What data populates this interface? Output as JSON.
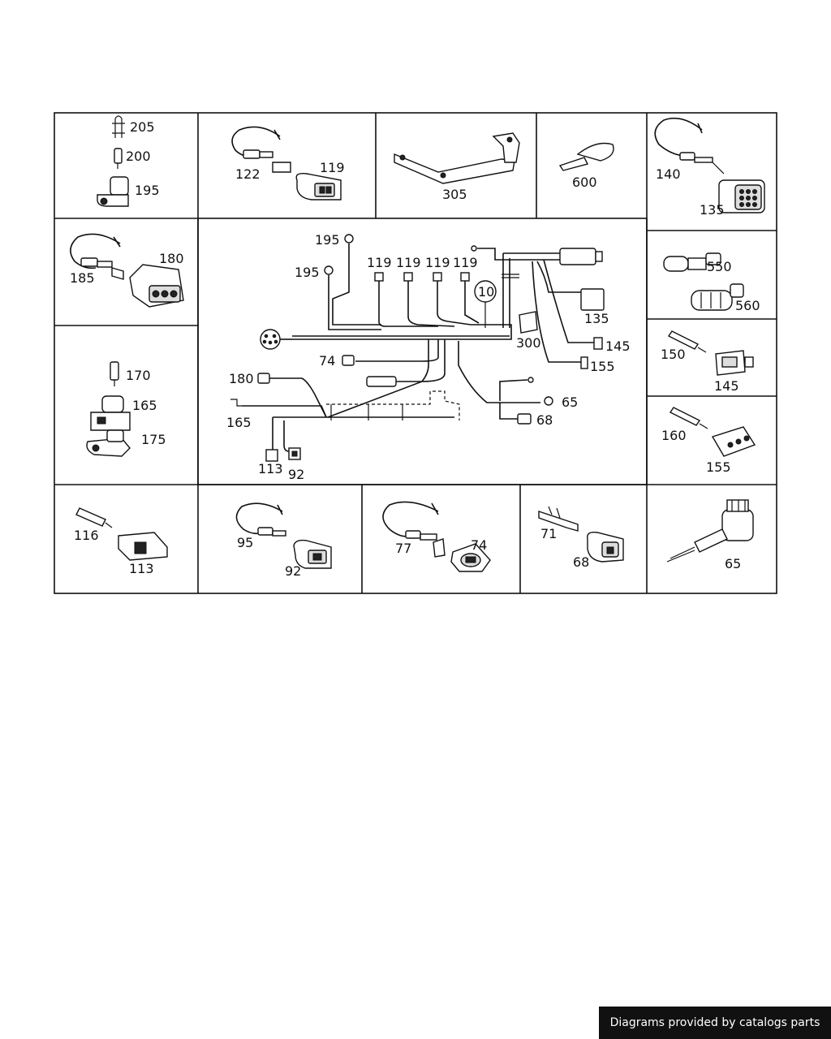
{
  "callouts": {
    "c205": "205",
    "c200": "200",
    "c195a": "195",
    "c122": "122",
    "c119a": "119",
    "c305": "305",
    "c600": "600",
    "c140": "140",
    "c135a": "135",
    "c185": "185",
    "c180a": "180",
    "c195b": "195",
    "c195c": "195",
    "c119b": "119",
    "c119c": "119",
    "c119d": "119",
    "c119e": "119",
    "c10": "10",
    "c300": "300",
    "c135b": "135",
    "c145a": "145",
    "c155a": "155",
    "c74a": "74",
    "c180b": "180",
    "c165a": "165",
    "c113a": "113",
    "c92a": "92",
    "c65a": "65",
    "c68a": "68",
    "c550": "550",
    "c560": "560",
    "c150": "150",
    "c145b": "145",
    "c160": "160",
    "c155b": "155",
    "c170": "170",
    "c165b": "165",
    "c175": "175",
    "c116": "116",
    "c113b": "113",
    "c95": "95",
    "c92b": "92",
    "c77": "77",
    "c74b": "74",
    "c71": "71",
    "c68b": "68",
    "c65b": "65"
  },
  "footer": {
    "text": "Diagrams provided by catalogs parts"
  }
}
